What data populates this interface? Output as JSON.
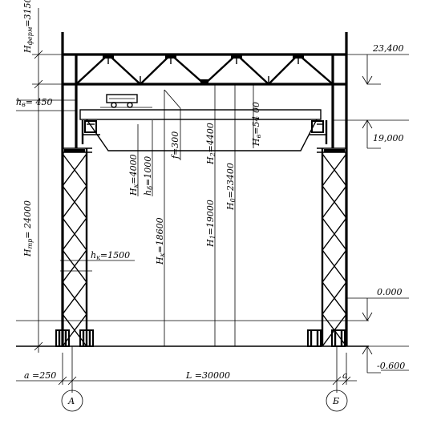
{
  "labels": {
    "h_ferm": "H",
    "h_ferm_sub": "ферм",
    "h_ferm_val": "=3150",
    "h_v": "h",
    "h_v_sub": "в",
    "h_v_val": "=  450",
    "h_tr": "H",
    "h_tr_sub": "тр",
    "h_tr_val": "= 24000",
    "h_k1500": "h",
    "h_k1500_sub": "к",
    "h_k1500_val": "=1500",
    "a_left": "a =250",
    "a_right": "a",
    "span": "L =30000",
    "axis_a": "А",
    "axis_b": "Б",
    "h_b_5400": "H",
    "h_b_5400_sub": "в",
    "h_b_5400_val": "=54 00",
    "hk4000": "H",
    "hk4000_sub": "к",
    "hk4000_val": "=4000",
    "hb1000": "h",
    "hb1000_sub": "б",
    "hb1000_val": "=1000",
    "f300": "f",
    "f300_val": "=300",
    "h2": "H",
    "h2_sub": "2",
    "h2_val": "=4400",
    "h0": "H",
    "h0_sub": "0",
    "h0_val": "=23400",
    "hk18600": "H",
    "hk18600_sub": "к",
    "hk18600_val": "=18600",
    "h1": "H",
    "h1_sub": "1",
    "h1_val": "=19000"
  },
  "elevations": {
    "e1": "23,400",
    "e2": "19,000",
    "e3": "0.000",
    "e4": "-0.600"
  }
}
